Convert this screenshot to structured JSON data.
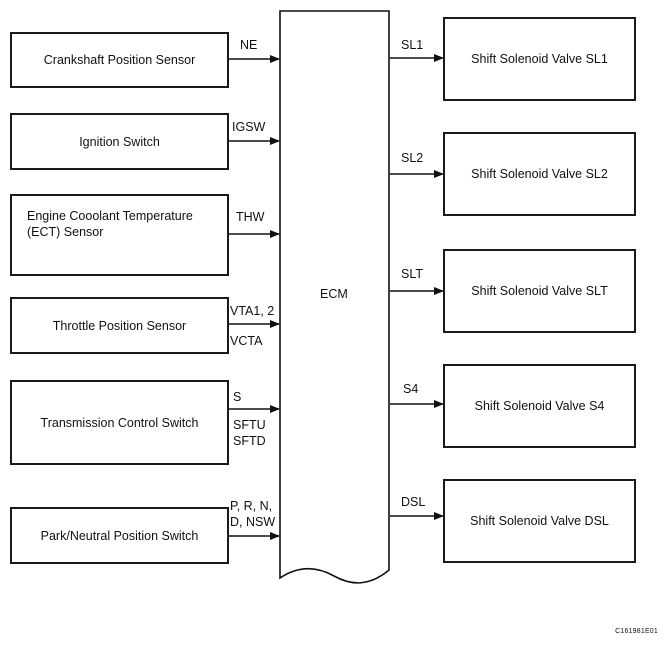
{
  "inputs": [
    {
      "label": "Crankshaft Position Sensor",
      "signals": [
        "NE"
      ]
    },
    {
      "label": "Ignition Switch",
      "signals": [
        "IGSW"
      ]
    },
    {
      "label": "Engine Cooolant Temperature (ECT) Sensor",
      "line1": "Engine Cooolant Temperature",
      "line2": "(ECT) Sensor",
      "signals": [
        "THW"
      ]
    },
    {
      "label": "Throttle Position Sensor",
      "signals": [
        "VTA1, 2",
        "VCTA"
      ]
    },
    {
      "label": "Transmission Control Switch",
      "signals": [
        "S",
        "SFTU",
        "SFTD"
      ]
    },
    {
      "label": "Park/Neutral Position Switch",
      "signals": [
        "P, R, N,",
        "D, NSW"
      ]
    }
  ],
  "ecm": {
    "label": "ECM"
  },
  "outputs": [
    {
      "signal": "SL1",
      "label": "Shift Solenoid Valve SL1"
    },
    {
      "signal": "SL2",
      "label": "Shift Solenoid Valve SL2"
    },
    {
      "signal": "SLT",
      "label": "Shift Solenoid Valve SLT"
    },
    {
      "signal": "S4",
      "label": "Shift Solenoid Valve S4"
    },
    {
      "signal": "DSL",
      "label": "Shift Solenoid Valve DSL"
    }
  ],
  "figure_code": "C161981E01"
}
